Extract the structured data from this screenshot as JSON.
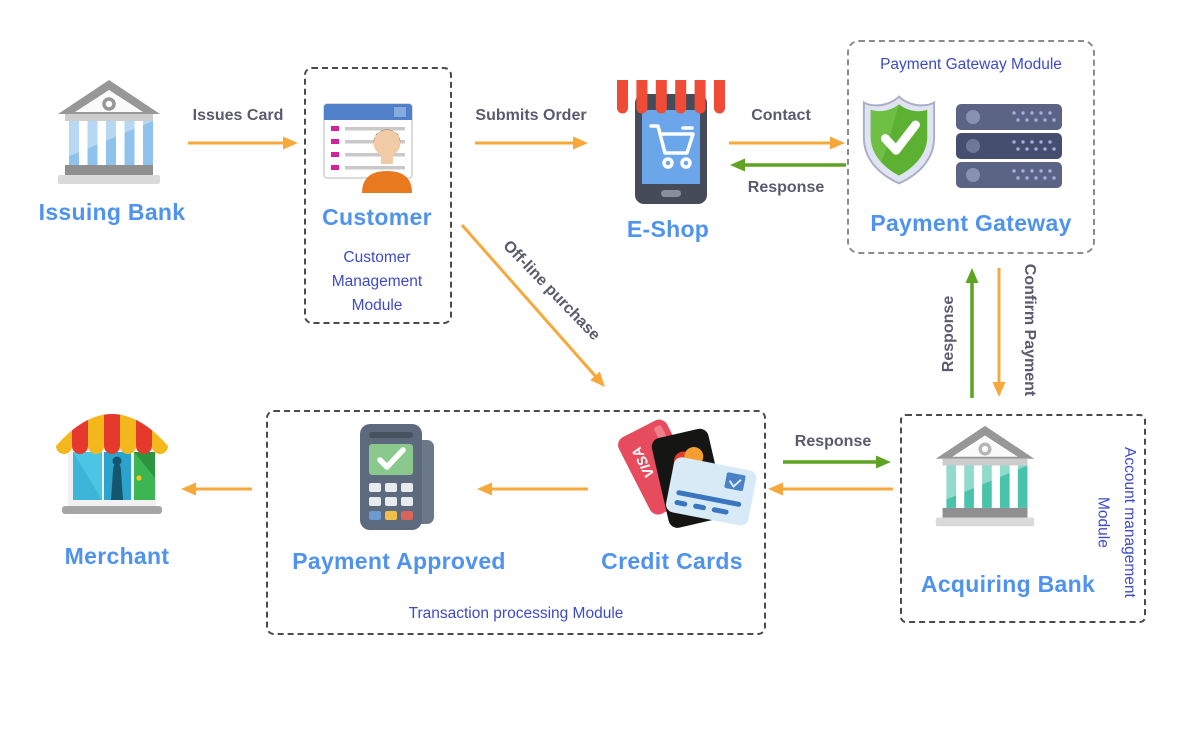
{
  "diagram": {
    "nodes": {
      "issuing_bank": {
        "label": "Issuing Bank",
        "icon": "bank-icon"
      },
      "customer": {
        "label": "Customer",
        "module": "Customer Management Module",
        "icon": "customer-form-icon"
      },
      "eshop": {
        "label": "E-Shop",
        "icon": "storefront-tablet-icon"
      },
      "payment_gateway": {
        "label": "Payment Gateway",
        "module": "Payment Gateway Module",
        "icons": [
          "shield-check-icon",
          "server-stack-icon"
        ]
      },
      "acquiring_bank": {
        "label": "Acquiring Bank",
        "module": "Account management Module",
        "icon": "bank-icon"
      },
      "credit_cards": {
        "label": "Credit Cards",
        "icon": "credit-cards-icon",
        "card_brand_text": "VISA"
      },
      "payment_approved": {
        "label": "Payment Approved",
        "icon": "pos-terminal-icon"
      },
      "merchant": {
        "label": "Merchant",
        "icon": "shop-awning-icon"
      },
      "transaction_box": {
        "module": "Transaction processing Module"
      }
    },
    "edges": {
      "issues_card": {
        "label": "Issues Card",
        "color": "#f6a83b",
        "from": "issuing_bank",
        "to": "customer"
      },
      "submits_order": {
        "label": "Submits Order",
        "color": "#f6a83b",
        "from": "customer",
        "to": "eshop"
      },
      "contact": {
        "label": "Contact",
        "color": "#f6a83b",
        "from": "eshop",
        "to": "payment_gateway"
      },
      "contact_response": {
        "label": "Response",
        "color": "#5ea321",
        "from": "payment_gateway",
        "to": "eshop"
      },
      "confirm_payment": {
        "label": "Confirm Payment",
        "color": "#f6a83b",
        "from": "payment_gateway",
        "to": "acquiring_bank"
      },
      "gateway_response": {
        "label": "Response",
        "color": "#5ea321",
        "from": "acquiring_bank",
        "to": "payment_gateway"
      },
      "cards_response": {
        "label": "Response",
        "color": "#5ea321",
        "from": "credit_cards",
        "to": "acquiring_bank"
      },
      "bank_to_cards": {
        "label": "",
        "color": "#f6a83b",
        "from": "acquiring_bank",
        "to": "credit_cards"
      },
      "cards_to_pos": {
        "label": "",
        "color": "#f6a83b",
        "from": "credit_cards",
        "to": "payment_approved"
      },
      "pos_to_merchant": {
        "label": "",
        "color": "#f6a83b",
        "from": "payment_approved",
        "to": "merchant"
      },
      "offline_purchase": {
        "label": "Off-line purchase",
        "color": "#f6a83b",
        "from": "customer",
        "to": "credit_cards"
      }
    },
    "colors": {
      "node_label": "#4f93ee",
      "module_label": "#3c4bc8",
      "edge_label": "#5b5a6f",
      "arrow_orange": "#f6a83b",
      "arrow_green": "#5ea321",
      "dashed_border_dark": "#4b4b4b",
      "dashed_border_light": "#8c8c8c",
      "background": "#ffffff"
    }
  }
}
